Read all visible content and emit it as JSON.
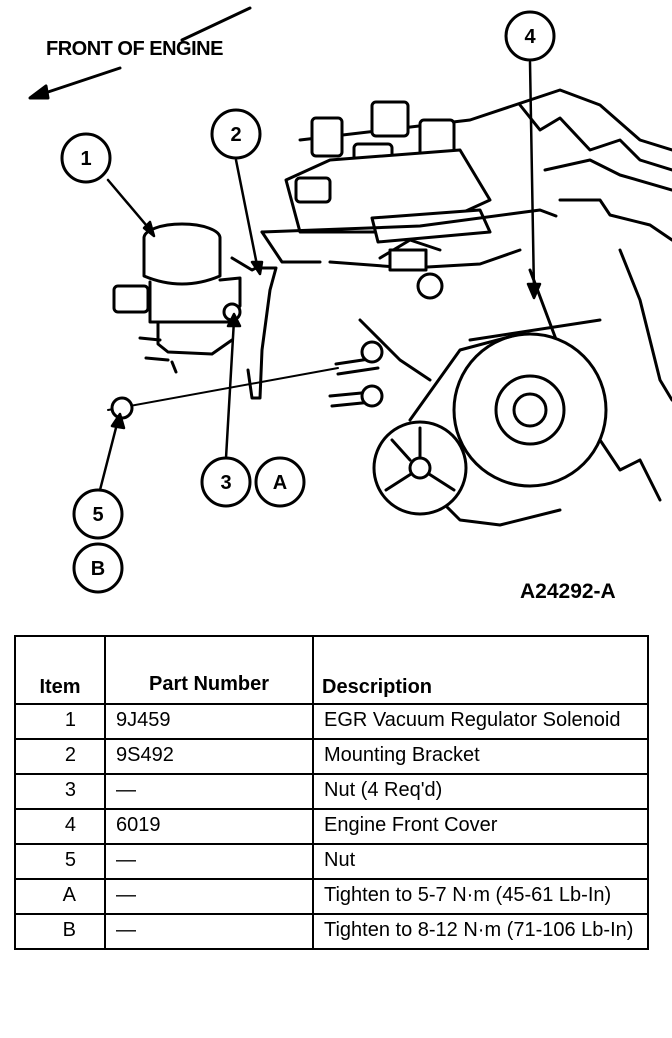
{
  "figure": {
    "orientation_label": "FRONT OF ENGINE",
    "figure_id": "A24292-A",
    "callouts": [
      "1",
      "2",
      "3",
      "A",
      "4",
      "5",
      "B"
    ]
  },
  "table": {
    "headers": {
      "item": "Item",
      "part_number": "Part Number",
      "description": "Description"
    },
    "rows": [
      {
        "item": "1",
        "part": "9J459",
        "desc": "EGR Vacuum Regulator Solenoid"
      },
      {
        "item": "2",
        "part": "9S492",
        "desc": "Mounting Bracket"
      },
      {
        "item": "3",
        "part": "—",
        "desc": "Nut (4 Req'd)"
      },
      {
        "item": "4",
        "part": "6019",
        "desc": "Engine Front Cover"
      },
      {
        "item": "5",
        "part": "—",
        "desc": "Nut"
      },
      {
        "item": "A",
        "part": "—",
        "desc": "Tighten to 5-7 N·m (45-61 Lb-In)"
      },
      {
        "item": "B",
        "part": "—",
        "desc": "Tighten to 8-12 N·m (71-106 Lb-In)"
      }
    ]
  }
}
